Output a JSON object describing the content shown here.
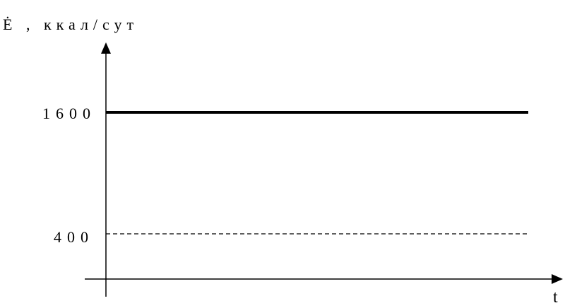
{
  "chart_data": {
    "type": "line",
    "ylabel": "Ė , ккал/сут",
    "xlabel": "t",
    "yticks": [
      "1600",
      "400"
    ],
    "grid": false,
    "legend": "none",
    "series": [
      {
        "value": 1600,
        "style": "solid"
      },
      {
        "value": 400,
        "style": "dashed"
      }
    ]
  }
}
